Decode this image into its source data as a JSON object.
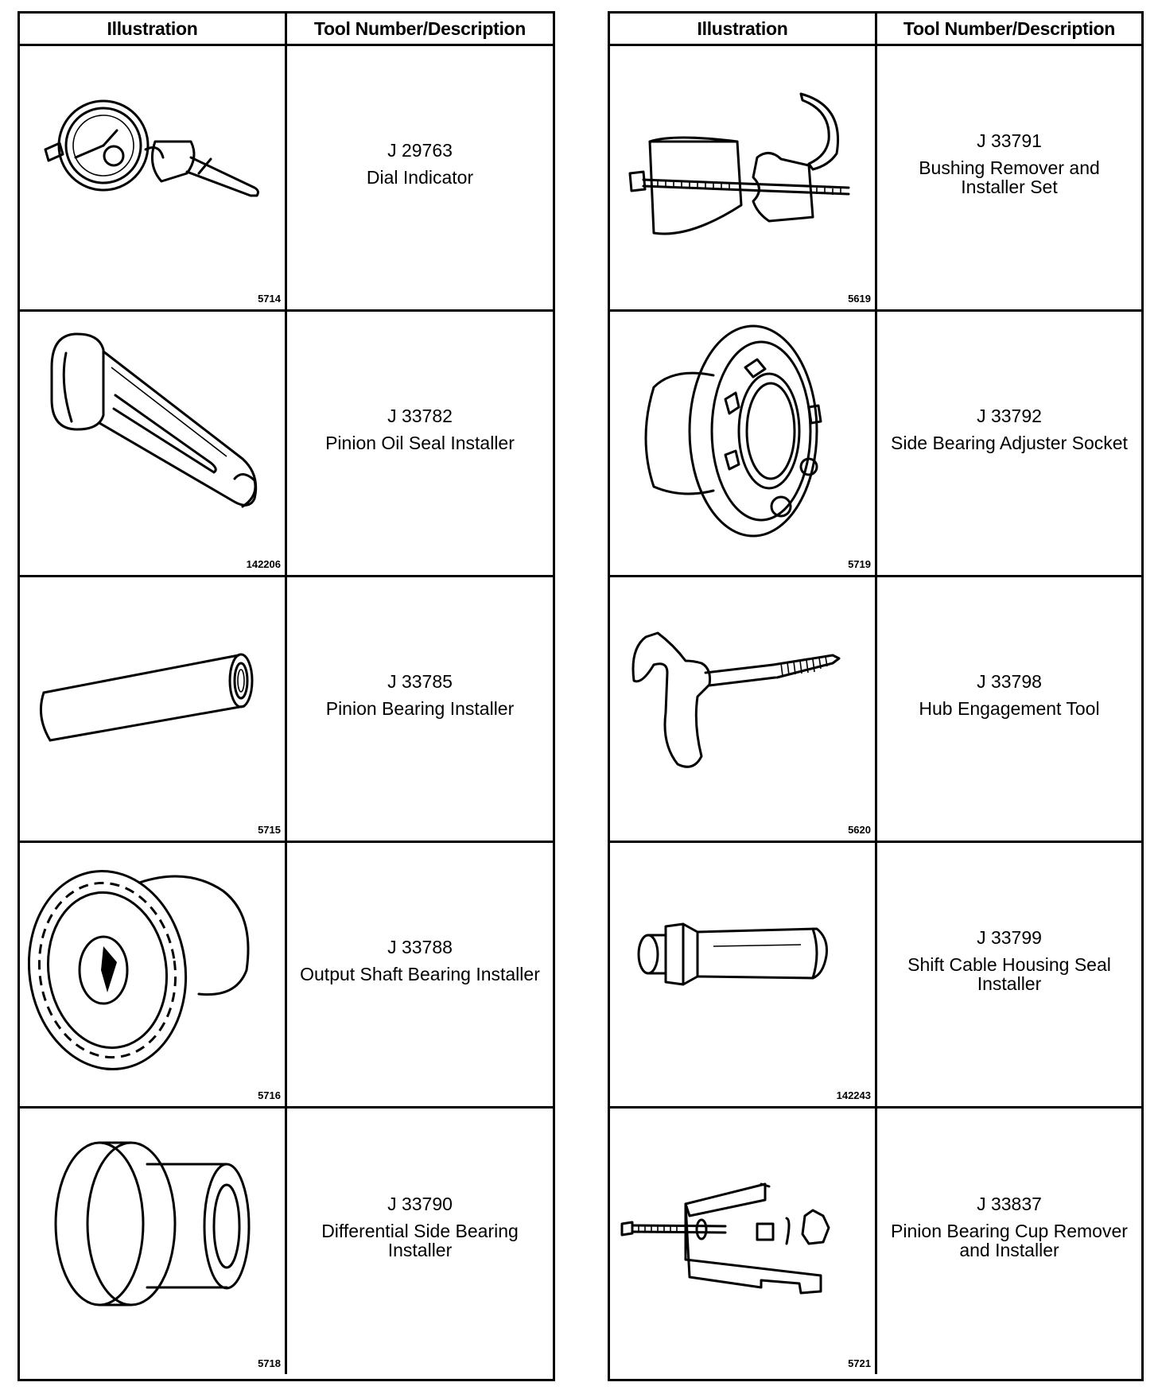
{
  "headers": {
    "illustration": "Illustration",
    "tool": "Tool Number/Description"
  },
  "left": [
    {
      "number": "J 29763",
      "name": "Dial Indicator",
      "fig": "5714",
      "icon": "dial-indicator-icon"
    },
    {
      "number": "J 33782",
      "name": "Pinion Oil Seal Installer",
      "fig": "142206",
      "icon": "seal-installer-icon"
    },
    {
      "number": "J 33785",
      "name": "Pinion Bearing Installer",
      "fig": "5715",
      "icon": "bearing-installer-tube-icon"
    },
    {
      "number": "J 33788",
      "name": "Output Shaft Bearing Installer",
      "fig": "5716",
      "icon": "flanged-installer-icon"
    },
    {
      "number": "J 33790",
      "name": "Differential Side Bearing Installer",
      "fig": "5718",
      "icon": "stepped-cylinder-icon"
    }
  ],
  "right": [
    {
      "number": "J 33791",
      "name": "Bushing Remover and Installer Set",
      "fig": "5619",
      "icon": "bushing-puller-icon"
    },
    {
      "number": "J 33792",
      "name": "Side Bearing Adjuster Socket",
      "fig": "5719",
      "icon": "adjuster-socket-icon"
    },
    {
      "number": "J 33798",
      "name": "Hub Engagement Tool",
      "fig": "5620",
      "icon": "t-handle-screw-icon"
    },
    {
      "number": "J 33799",
      "name": "Shift Cable Housing Seal Installer",
      "fig": "142243",
      "icon": "seal-installer-small-icon"
    },
    {
      "number": "J 33837",
      "name": "Pinion Bearing Cup Remover and Installer",
      "fig": "5721",
      "icon": "cup-puller-icon"
    }
  ]
}
